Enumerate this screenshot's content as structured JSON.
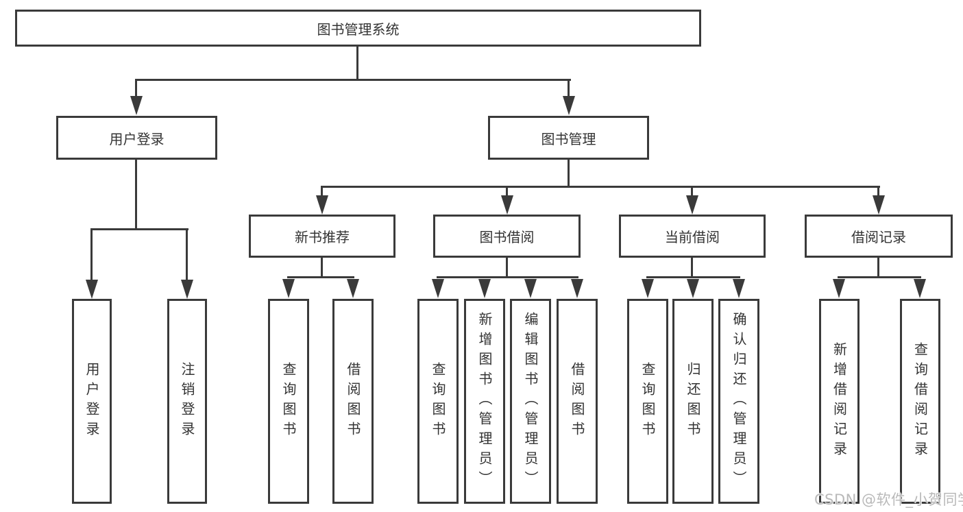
{
  "colors": {
    "line": "#3a3a3a",
    "box_border": "#3a3a3a",
    "box_fill": "#ffffff",
    "text": "#333333",
    "watermark_text_color": "#b9b9b9",
    "background": "#ffffff"
  },
  "watermark": {
    "text": "CSDN @软件_小贺同学"
  },
  "tree": {
    "label": "图书管理系统",
    "children": [
      {
        "label": "用户登录",
        "children": [
          {
            "label": "用户登录"
          },
          {
            "label": "注销登录"
          }
        ]
      },
      {
        "label": "图书管理",
        "children": [
          {
            "label": "新书推荐",
            "children": [
              {
                "label": "查询图书"
              },
              {
                "label": "借阅图书"
              }
            ]
          },
          {
            "label": "图书借阅",
            "children": [
              {
                "label": "查询图书"
              },
              {
                "label": "新增图书（管理员）"
              },
              {
                "label": "编辑图书（管理员）"
              },
              {
                "label": "借阅图书"
              }
            ]
          },
          {
            "label": "当前借阅",
            "children": [
              {
                "label": "查询图书"
              },
              {
                "label": "归还图书"
              },
              {
                "label": "确认归还（管理员）"
              }
            ]
          },
          {
            "label": "借阅记录",
            "children": [
              {
                "label": "新增借阅记录"
              },
              {
                "label": "查询借阅记录"
              }
            ]
          }
        ]
      }
    ]
  }
}
